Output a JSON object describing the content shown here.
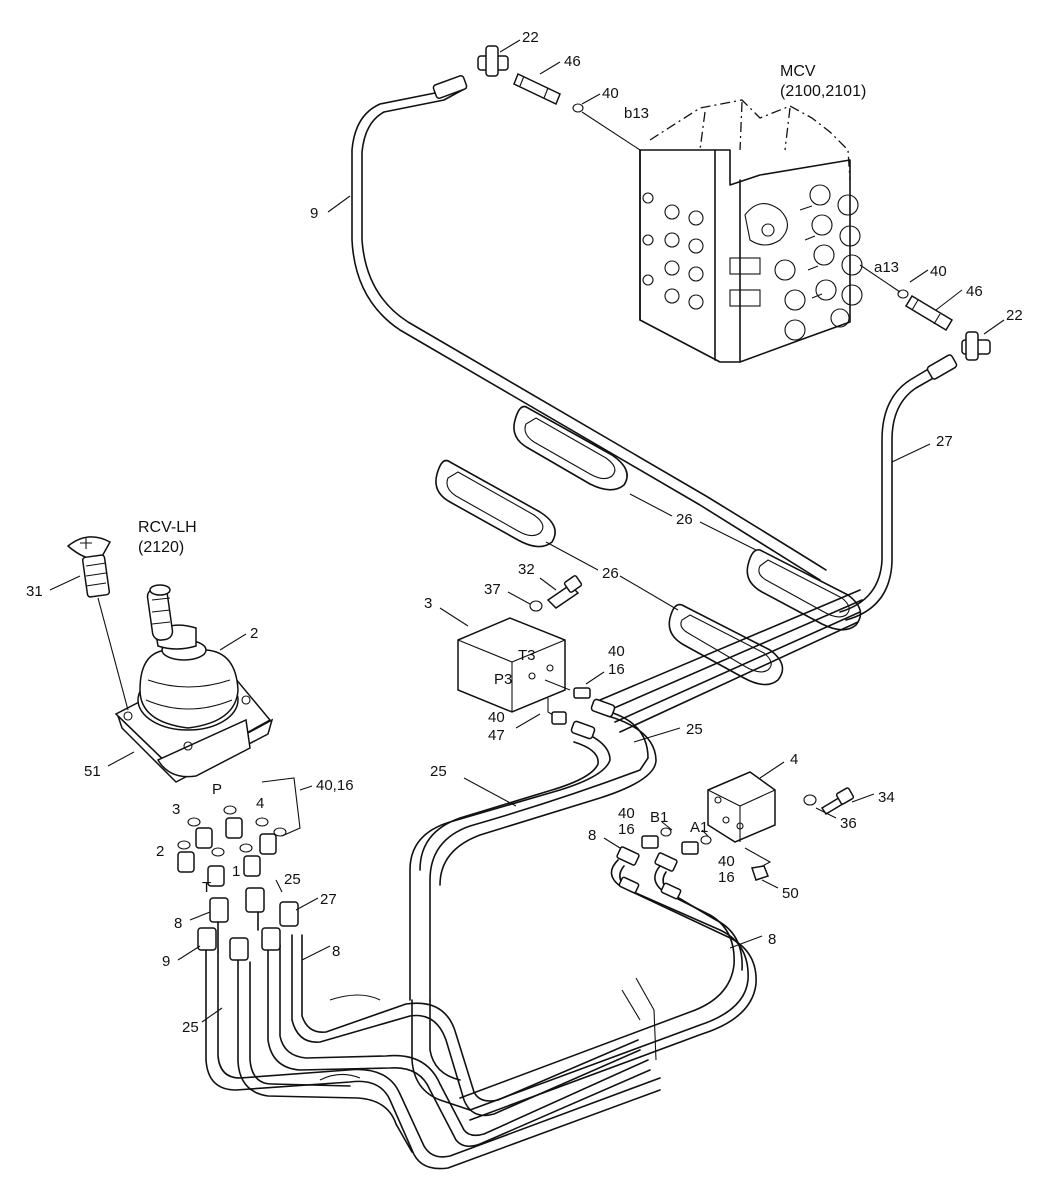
{
  "titles": {
    "mcv": "MCV",
    "mcv_codes": "(2100,2101)",
    "rcv": "RCV-LH",
    "rcv_codes": "(2120)"
  },
  "port_labels": {
    "b13": "b13",
    "a13": "a13",
    "t3": "T3",
    "p3": "P3",
    "b1": "B1",
    "a1": "A1",
    "p": "P",
    "t": "T",
    "p1": "1",
    "p2": "2",
    "p3n": "3",
    "p4": "4"
  },
  "callouts": {
    "c22_top": "22",
    "c46_top": "46",
    "c40_top": "40",
    "c9_upper": "9",
    "c40_right": "40",
    "c46_right": "46",
    "c22_right": "22",
    "c27_upper": "27",
    "c26_upper": "26",
    "c26_lower": "26",
    "c32": "32",
    "c37": "37",
    "c3": "3",
    "c40_16_top": "40",
    "c16_top": "16",
    "c40_47": "40",
    "c47": "47",
    "c25_right": "25",
    "c25_mid": "25",
    "c31": "31",
    "c2": "2",
    "c51": "51",
    "c40_16_left": "40,16",
    "c4": "4",
    "c34": "34",
    "c36": "36",
    "c40_b1": "40",
    "c16_b1": "16",
    "c8_b1": "8",
    "c40_a1": "40",
    "c16_a1": "16",
    "c50": "50",
    "c25_left": "25",
    "c27_left": "27",
    "c8_left": "8",
    "c9_left": "9",
    "c8_mid": "8",
    "c25_bottom": "25",
    "c8_right": "8"
  }
}
